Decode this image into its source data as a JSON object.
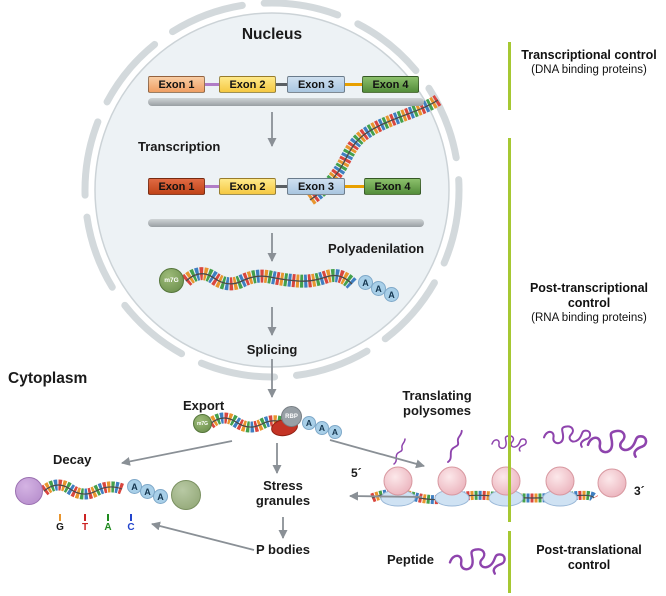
{
  "nucleus": {
    "title": "Nucleus",
    "dna_exons": [
      "Exon 1",
      "Exon 2",
      "Exon 3",
      "Exon 4"
    ],
    "rna_exons": [
      "Exon 1",
      "Exon 2",
      "Exon 3",
      "Exon 4"
    ],
    "transcription_label": "Transcription",
    "polyadenilation_label": "Polyadenilation",
    "splicing_label": "Splicing",
    "cap_label": "m7G",
    "poly_a_letter": "A"
  },
  "cytoplasm": {
    "title": "Cytoplasm",
    "export_label": "Export",
    "translating_polysomes_label": "Translating polysomes",
    "rbp_label": "RBP",
    "decay_label": "Decay",
    "stress_granules_label": "Stress granules",
    "p_bodies_label": "P bodies",
    "peptide_label": "Peptide",
    "five_prime_label": "5´",
    "three_prime_label": "3´",
    "sequencing_bases": [
      "G",
      "T",
      "A",
      "C"
    ]
  },
  "legend": {
    "transcriptional_title": "Transcriptional control",
    "transcriptional_sub": "(DNA binding proteins)",
    "post_transcriptional_title": "Post-transcriptional control",
    "post_transcriptional_sub": "(RNA binding proteins)",
    "post_translational_title": "Post-translational control"
  },
  "colors": {
    "legend_line": "#a6c832",
    "exon1_dna": "#f4b183",
    "exon1_rna": "#cc4125",
    "exon2": "#ffd966",
    "exon3": "#bdd7ee",
    "exon4": "#6aa84f",
    "dna_strand": "#a8aeb1",
    "cap_green": "#7aa25a",
    "poly_a_blue": "#a8cfe8",
    "rbp_gray": "#98a0a6",
    "rbp_red": "#c43325",
    "decay_exonuclease_purple": "#bb8fce",
    "decay_body_green": "#92a77c",
    "ribosome_pink": "#eab0ba",
    "ribosome_blue": "#cfe2f3",
    "peptide_purple": "#8e44ad",
    "arrow_gray": "#8a9096",
    "rna_ladder": [
      "#d9463e",
      "#3f7fc1",
      "#44a04c",
      "#e8952e"
    ]
  }
}
